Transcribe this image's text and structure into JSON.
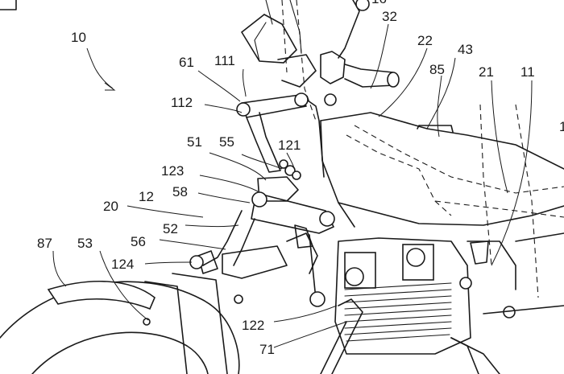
{
  "figure": {
    "reference_numerals": {
      "n10": "10",
      "n32": "32",
      "n22": "22",
      "n43": "43",
      "n85": "85",
      "n21": "21",
      "n11": "11",
      "n61": "61",
      "n111": "111",
      "n112": "112",
      "n51": "51",
      "n55": "55",
      "n121": "121",
      "n123": "123",
      "n58": "58",
      "n20": "20",
      "n12": "12",
      "n52": "52",
      "n87": "87",
      "n53": "53",
      "n56": "56",
      "n124": "124",
      "n122": "122",
      "n71": "71"
    },
    "partial_labels": {
      "top_clip": "16",
      "right_clip": "1"
    },
    "colors": {
      "ink": "#1a1a1a",
      "paper": "#ffffff"
    }
  }
}
